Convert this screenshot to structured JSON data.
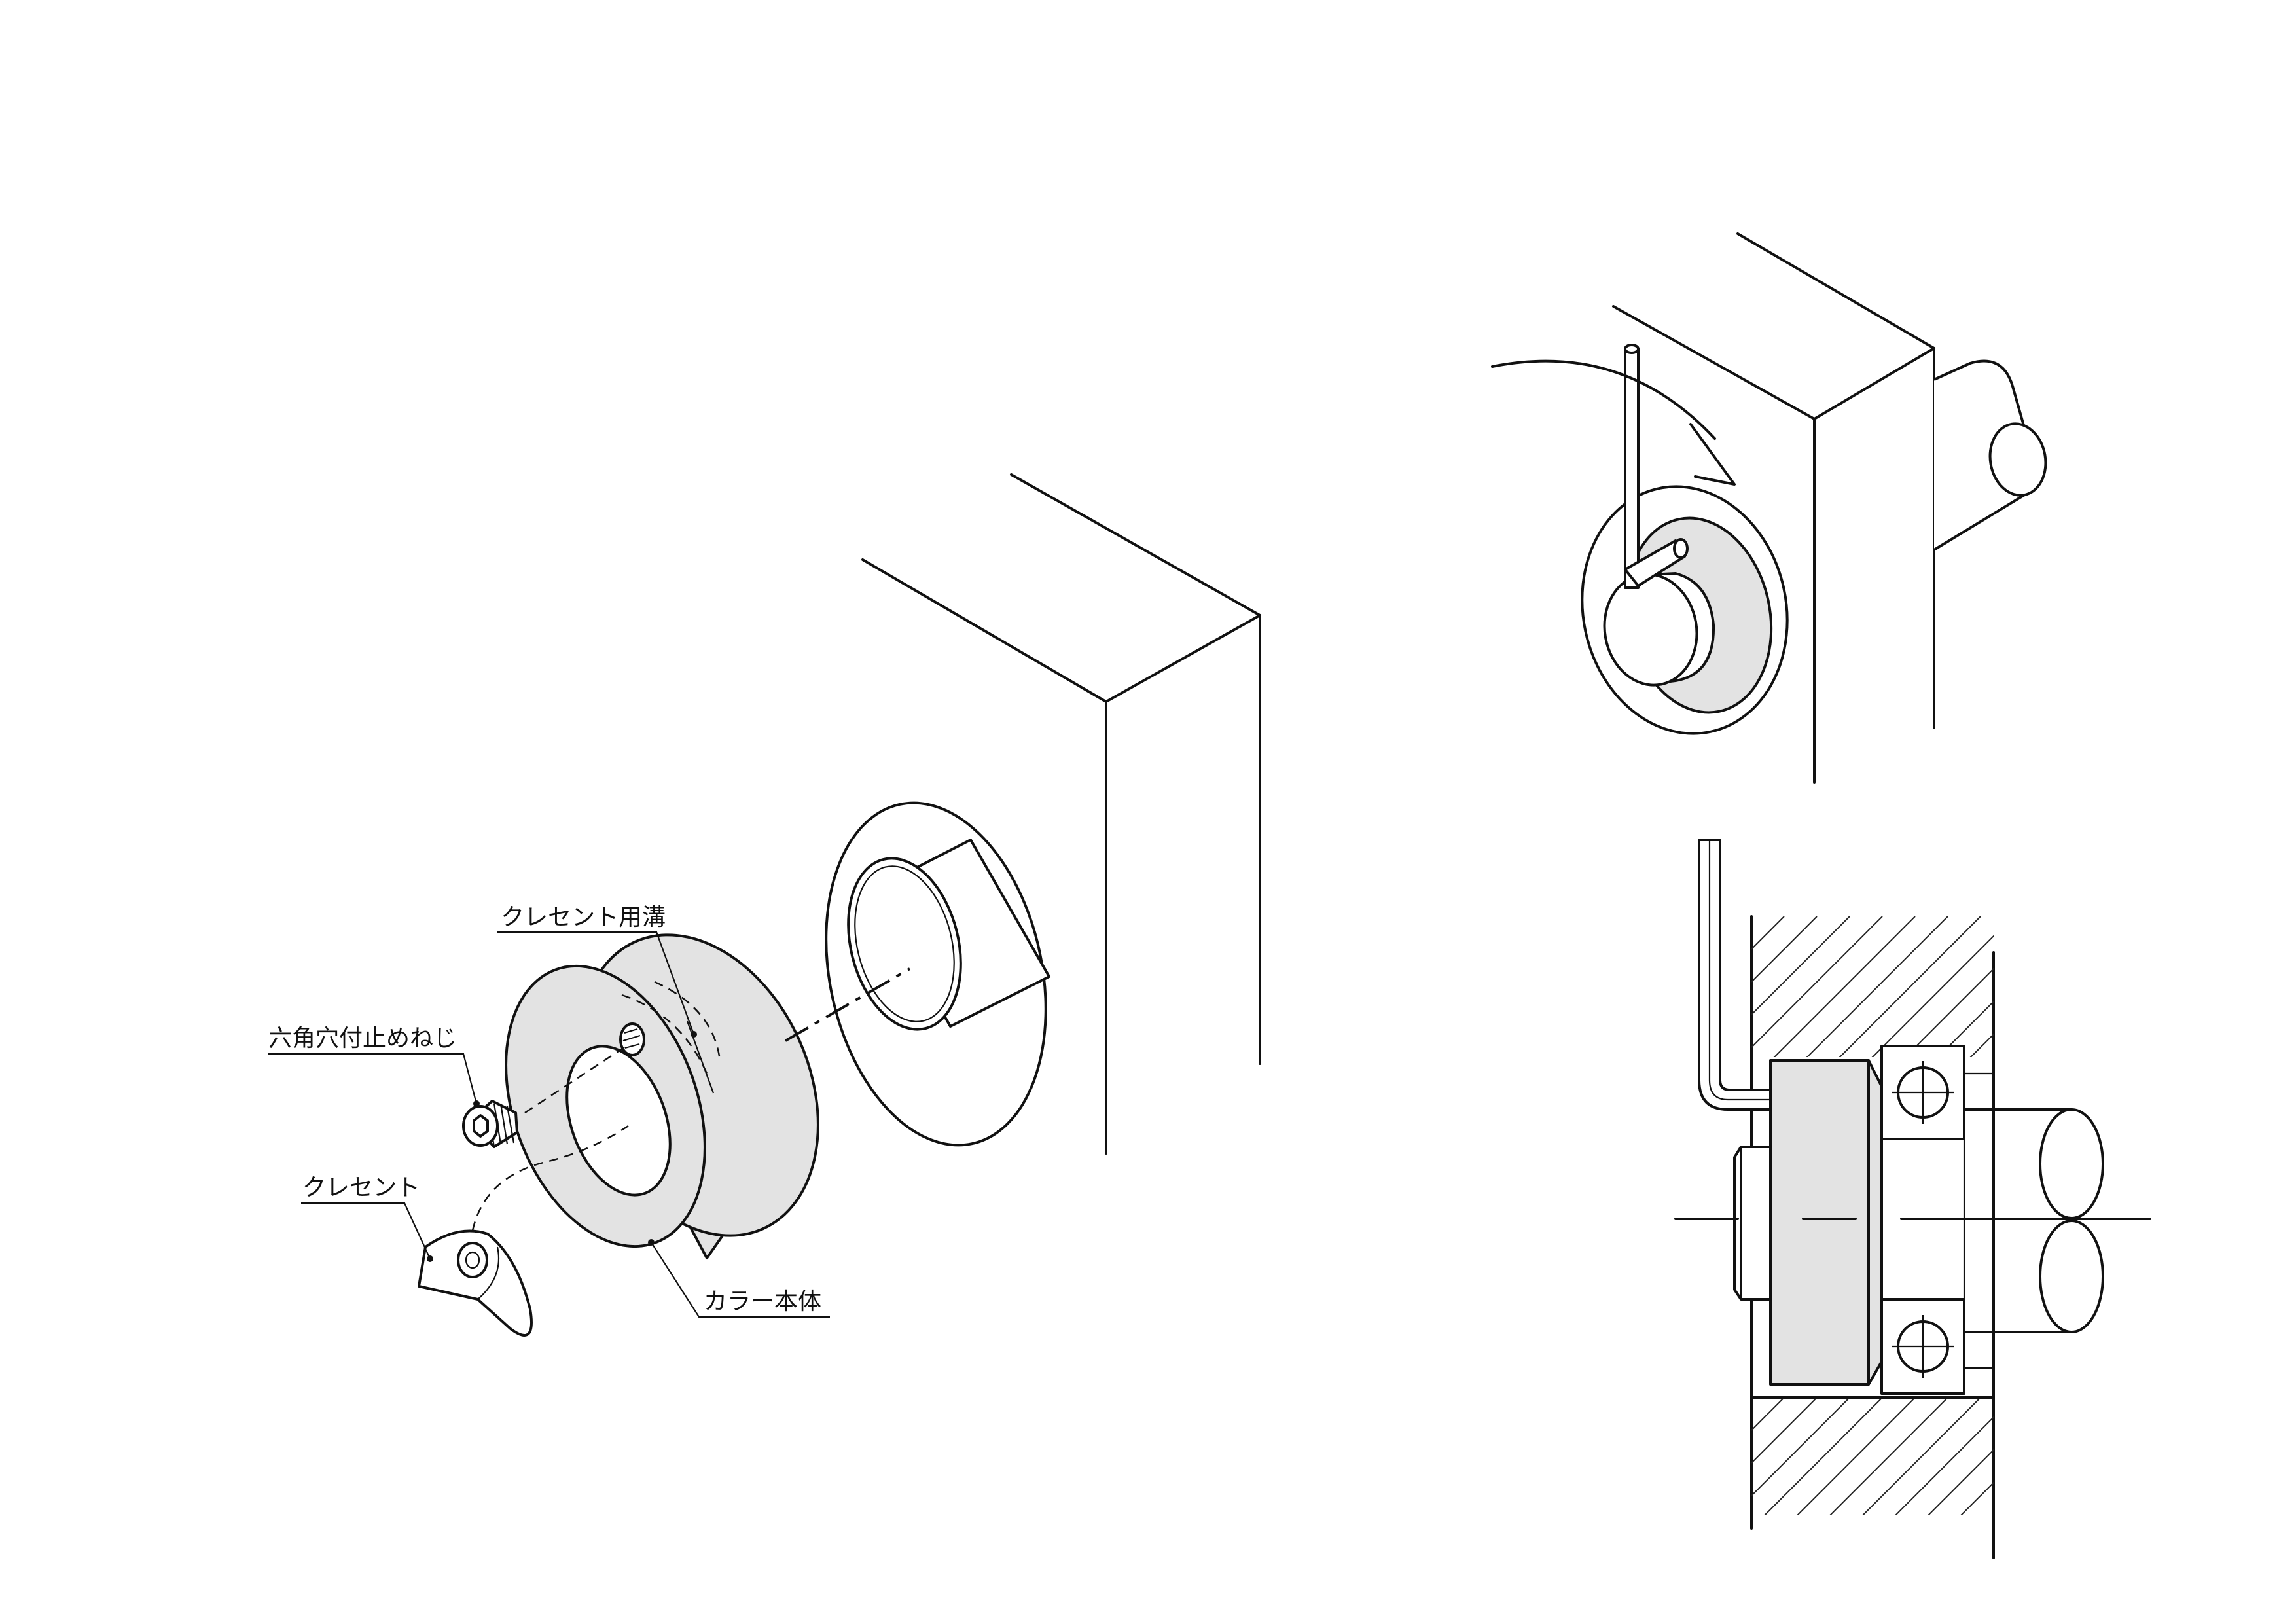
{
  "labels": {
    "groove": "クレセント用溝",
    "setscrew": "六角穴付止めねじ",
    "crescent": "クレセント",
    "collar": "カラー本体"
  }
}
